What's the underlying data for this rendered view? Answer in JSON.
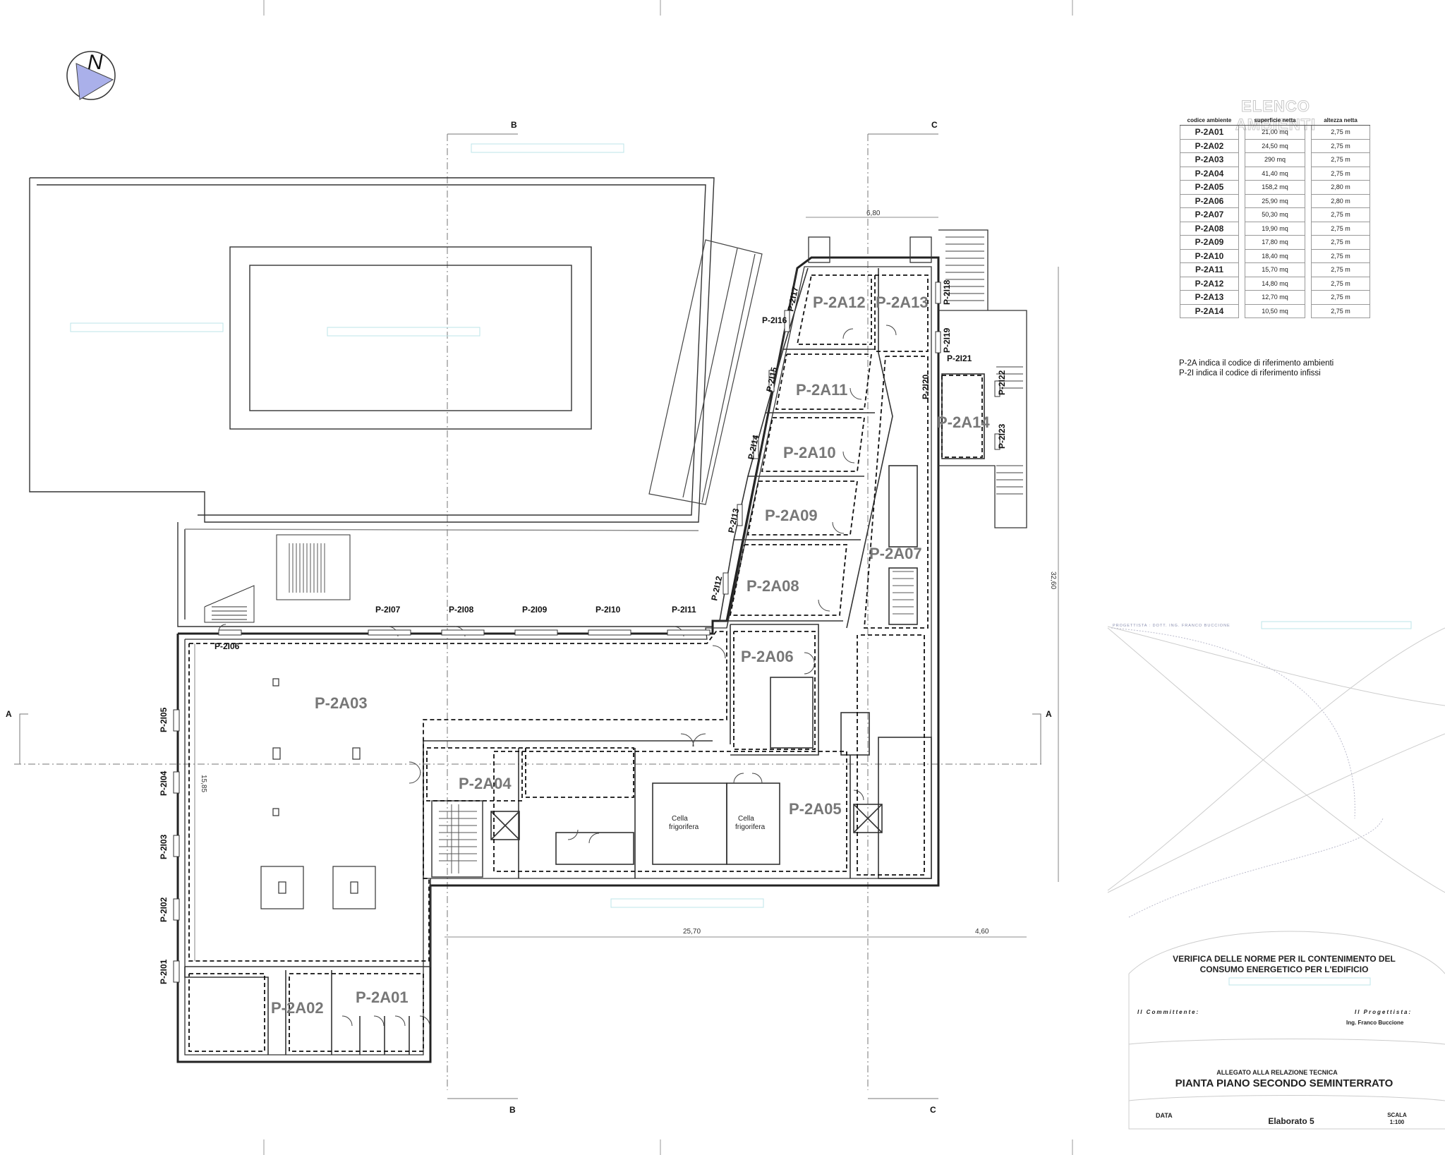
{
  "north_label": "N",
  "sections": {
    "a": "A",
    "b": "B",
    "c": "C"
  },
  "rooms": [
    {
      "code": "P-2A01"
    },
    {
      "code": "P-2A02"
    },
    {
      "code": "P-2A03"
    },
    {
      "code": "P-2A04"
    },
    {
      "code": "P-2A05"
    },
    {
      "code": "P-2A06"
    },
    {
      "code": "P-2A07"
    },
    {
      "code": "P-2A08"
    },
    {
      "code": "P-2A09"
    },
    {
      "code": "P-2A10"
    },
    {
      "code": "P-2A11"
    },
    {
      "code": "P-2A12"
    },
    {
      "code": "P-2A13"
    },
    {
      "code": "P-2A14"
    }
  ],
  "windows": [
    {
      "code": "P-2I01"
    },
    {
      "code": "P-2I02"
    },
    {
      "code": "P-2I03"
    },
    {
      "code": "P-2I04"
    },
    {
      "code": "P-2I05"
    },
    {
      "code": "P-2I06"
    },
    {
      "code": "P-2I07"
    },
    {
      "code": "P-2I08"
    },
    {
      "code": "P-2I09"
    },
    {
      "code": "P-2I10"
    },
    {
      "code": "P-2I11"
    },
    {
      "code": "P-2I12"
    },
    {
      "code": "P-2I13"
    },
    {
      "code": "P-2I14"
    },
    {
      "code": "P-2I15"
    },
    {
      "code": "P-2I16"
    },
    {
      "code": "P-2I17"
    },
    {
      "code": "P-2I18"
    },
    {
      "code": "P-2I19"
    },
    {
      "code": "P-2I20"
    },
    {
      "code": "P-2I21"
    },
    {
      "code": "P-2I22"
    },
    {
      "code": "P-2I23"
    }
  ],
  "cells": {
    "line1": "Cella",
    "line2": "frigorifera"
  },
  "dimensions": {
    "top": "6,80",
    "right": "32,60",
    "left": "15,85",
    "bottom_main": "25,70",
    "bottom_right": "4,60"
  },
  "legend": {
    "title": "ELENCO AMBIENTI",
    "headers": [
      "codice ambiente",
      "superficie netta",
      "altezza netta"
    ],
    "rows": [
      [
        "P-2A01",
        "21,00 mq",
        "2,75 m"
      ],
      [
        "P-2A02",
        "24,50 mq",
        "2,75 m"
      ],
      [
        "P-2A03",
        "290 mq",
        "2,75 m"
      ],
      [
        "P-2A04",
        "41,40 mq",
        "2,75 m"
      ],
      [
        "P-2A05",
        "158,2 mq",
        "2,80 m"
      ],
      [
        "P-2A06",
        "25,90 mq",
        "2,80 m"
      ],
      [
        "P-2A07",
        "50,30 mq",
        "2,75 m"
      ],
      [
        "P-2A08",
        "19,90 mq",
        "2,75 m"
      ],
      [
        "P-2A09",
        "17,80 mq",
        "2,75 m"
      ],
      [
        "P-2A10",
        "18,40 mq",
        "2,75 m"
      ],
      [
        "P-2A11",
        "15,70 mq",
        "2,75 m"
      ],
      [
        "P-2A12",
        "14,80 mq",
        "2,75 m"
      ],
      [
        "P-2A13",
        "12,70 mq",
        "2,75 m"
      ],
      [
        "P-2A14",
        "10,50 mq",
        "2,75 m"
      ]
    ],
    "notes": [
      "P-2A indica  il codice di riferimento ambienti",
      "P-2I indica  il codice di riferimento infissi"
    ]
  },
  "title_block": {
    "progettista_strip": "PROGETTISTA : DOTT. ING. FRANCO BUCCIONE",
    "verifica_line1": "VERIFICA DELLE NORME PER IL CONTENIMENTO DEL",
    "verifica_line2": "CONSUMO ENERGETICO PER L'EDIFICIO",
    "committente_label": "Il Committente:",
    "progettista_label": "Il Progettista:",
    "progettista_name": "Ing. Franco Buccione",
    "allegato": "ALLEGATO ALLA RELAZIONE TECNICA",
    "pianta": "PIANTA PIANO SECONDO SEMINTERRATO",
    "data_label": "DATA",
    "elaborato": "Elaborato 5",
    "scala_label": "SCALA",
    "scala": "1:100"
  }
}
